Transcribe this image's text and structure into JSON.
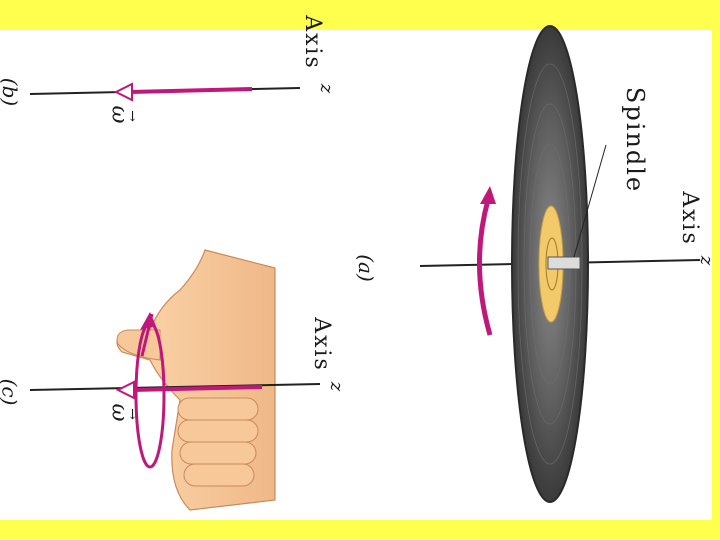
{
  "panels": {
    "a": {
      "label": "(a)",
      "axis_label": "Axis",
      "axis_var": "z",
      "spindle_label": "Spindle"
    },
    "b": {
      "label": "(b)",
      "axis_label": "Axis",
      "axis_var": "z",
      "vector_label": "ω"
    },
    "c": {
      "label": "(c)",
      "axis_label": "Axis",
      "axis_var": "z",
      "vector_label": "ω"
    }
  },
  "colors": {
    "frame": "#ffff4d",
    "panel": "#ffffff",
    "vector": "#c0187a",
    "record": "#5a5a5a",
    "label_center": "#f2c96b",
    "skin": "#f7c99a"
  }
}
